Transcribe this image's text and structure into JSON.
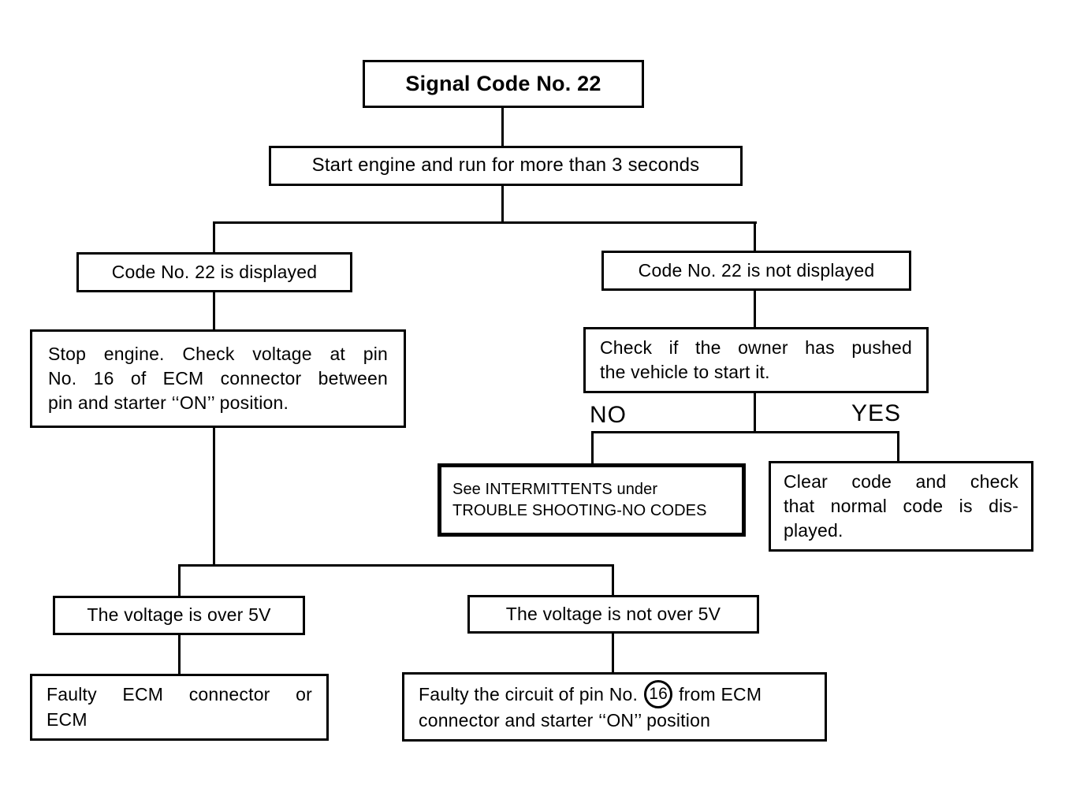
{
  "diagram": {
    "title": "Signal Code No. 22",
    "nodes": {
      "start": "Start engine and run for more than 3 seconds",
      "displayed": "Code No. 22 is displayed",
      "not_displayed": "Code No. 22 is not displayed",
      "stop_engine": {
        "lines": [
          "Stop engine.  Check voltage at pin",
          "No. 16 of ECM connector between",
          "pin and starter ‘‘ON’’ position."
        ]
      },
      "check_owner": {
        "lines": [
          "Check if the owner has pushed",
          "the vehicle to start it."
        ]
      },
      "intermittents": {
        "lines": [
          "See INTERMITTENTS under",
          "TROUBLE SHOOTING-NO CODES"
        ]
      },
      "clear_code": {
        "lines": [
          "Clear code and check",
          "that normal code is dis-",
          "played."
        ]
      },
      "over_5v": "The voltage is over 5V",
      "not_over_5v": "The voltage is not over 5V",
      "faulty_ecm": {
        "lines": [
          "Faulty ECM connector or",
          "ECM"
        ]
      },
      "faulty_circuit": {
        "line1_pre": "Faulty the circuit of pin No.",
        "pin_number": "16",
        "line1_post": "from ECM",
        "line2": "connector and starter ‘‘ON’’ position"
      }
    },
    "branch_labels": {
      "no": "NO",
      "yes": "YES"
    },
    "edges": [
      {
        "from": "signal-code-22",
        "to": "start-engine"
      },
      {
        "from": "start-engine",
        "to": "code-22-displayed"
      },
      {
        "from": "start-engine",
        "to": "code-22-not-displayed"
      },
      {
        "from": "code-22-displayed",
        "to": "stop-engine-check-voltage"
      },
      {
        "from": "code-22-not-displayed",
        "to": "check-owner-pushed-vehicle"
      },
      {
        "from": "check-owner-pushed-vehicle",
        "to": "see-intermittents",
        "label": "NO"
      },
      {
        "from": "check-owner-pushed-vehicle",
        "to": "clear-code-check-normal",
        "label": "YES"
      },
      {
        "from": "stop-engine-check-voltage",
        "to": "voltage-over-5v"
      },
      {
        "from": "stop-engine-check-voltage",
        "to": "voltage-not-over-5v"
      },
      {
        "from": "voltage-over-5v",
        "to": "faulty-ecm-connector-or-ecm"
      },
      {
        "from": "voltage-not-over-5v",
        "to": "faulty-pin-16-circuit"
      }
    ],
    "colors": {
      "ink": "#000000",
      "background": "#ffffff"
    }
  }
}
